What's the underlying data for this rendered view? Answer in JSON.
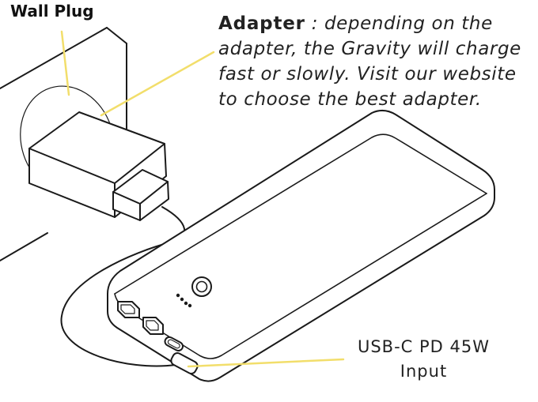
{
  "labels": {
    "wall_plug": "Wall Plug",
    "adapter_title": "Adapter",
    "adapter_description": " : depending on the adapter, the Gravity will charge fast or slowly. Visit our website to choose the best adapter.",
    "input_line1": "USB-C PD 45W",
    "input_line2": "Input"
  },
  "colors": {
    "outline": "#1a1a1a",
    "leader_line": "#f2de6b",
    "text": "#222222"
  },
  "icons": {
    "power_button": "power-button-icon",
    "charge_indicator": "led-dots-icon"
  }
}
